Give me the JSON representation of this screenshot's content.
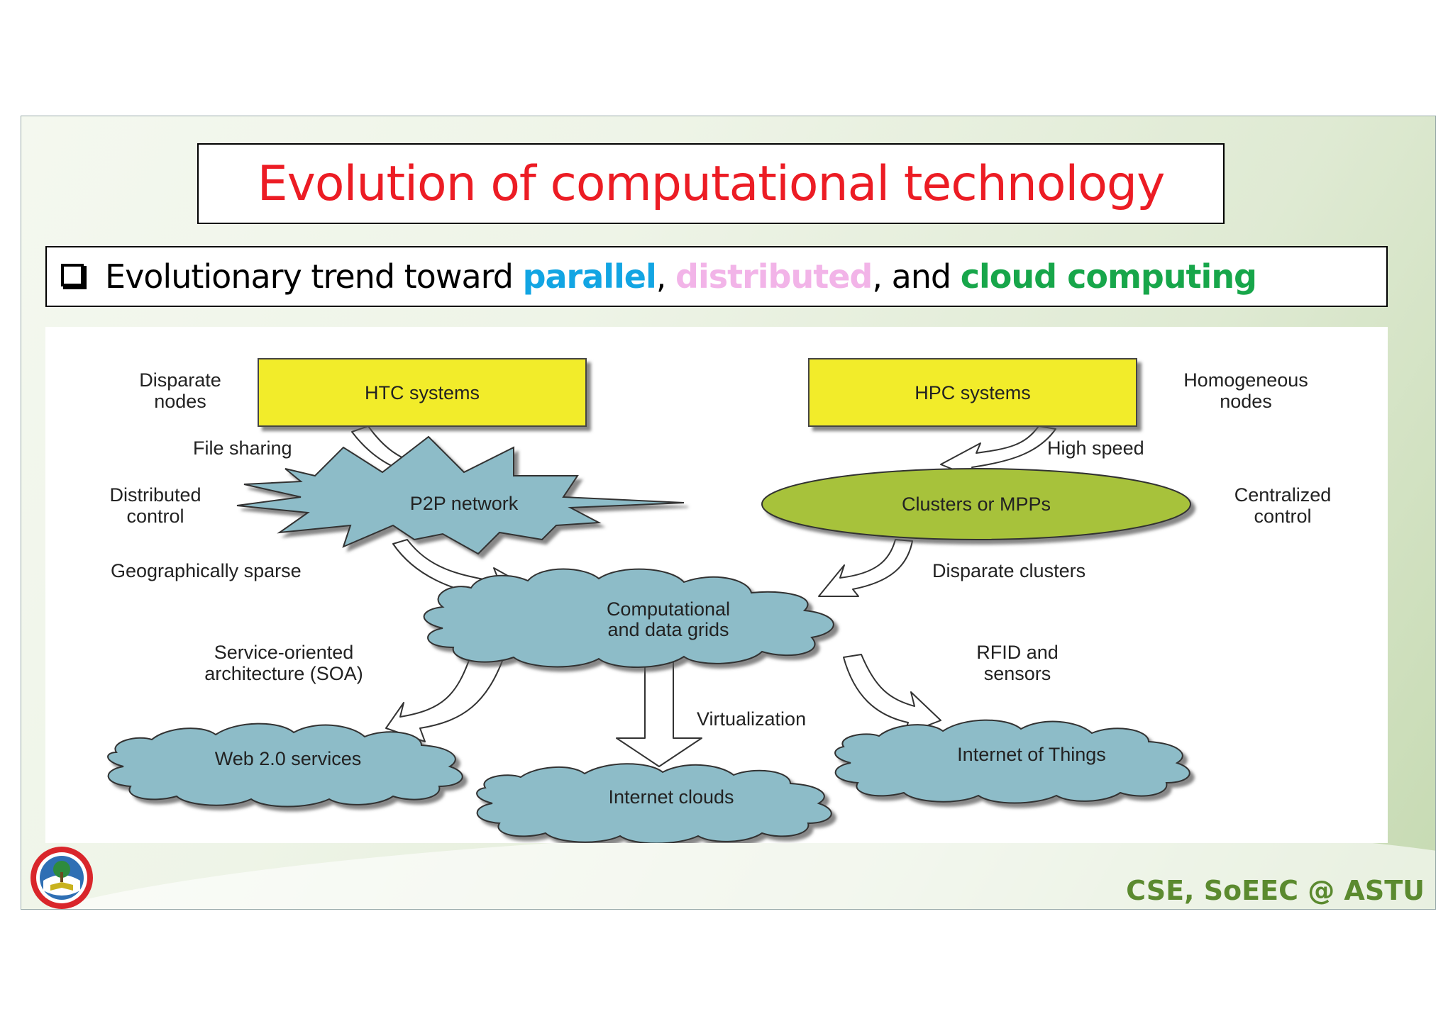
{
  "slide": {
    "title": "Evolution of computational technology",
    "bullet": {
      "prefix": "Evolutionary trend toward ",
      "term1": "parallel",
      "sep1": ", ",
      "term2": "distributed",
      "sep2": ", and ",
      "term3": "cloud computing"
    },
    "footer": "CSE, SoEEC @ ASTU"
  },
  "colors": {
    "title": "#ec1c24",
    "parallel": "#12a5e3",
    "distributed": "#f2b4e8",
    "cloud": "#17a64a",
    "box_yellow": "#f2ec2a",
    "node_blue": "#8dbcc8",
    "node_green": "#a7c23a",
    "footer": "#5b8a2f"
  },
  "diagram": {
    "nodes": {
      "htc": "HTC systems",
      "hpc": "HPC systems",
      "p2p": "P2P network",
      "clusters": "Clusters or MPPs",
      "grids_l1": "Computational",
      "grids_l2": "and data grids",
      "web2": "Web 2.0 services",
      "clouds": "Internet clouds",
      "iot": "Internet of Things"
    },
    "labels": {
      "disparate_nodes_l1": "Disparate",
      "disparate_nodes_l2": "nodes",
      "homogeneous_l1": "Homogeneous",
      "homogeneous_l2": "nodes",
      "file_sharing": "File sharing",
      "high_speed": "High speed",
      "distributed_l1": "Distributed",
      "distributed_l2": "control",
      "centralized_l1": "Centralized",
      "centralized_l2": "control",
      "geo_sparse": "Geographically sparse",
      "disparate_clusters": "Disparate clusters",
      "soa_l1": "Service-oriented",
      "soa_l2": "architecture (SOA)",
      "rfid_l1": "RFID and",
      "rfid_l2": "sensors",
      "virtualization": "Virtualization"
    }
  },
  "icons": {
    "logo": "university-seal-icon",
    "bullet": "checkbox-bullet-icon"
  }
}
